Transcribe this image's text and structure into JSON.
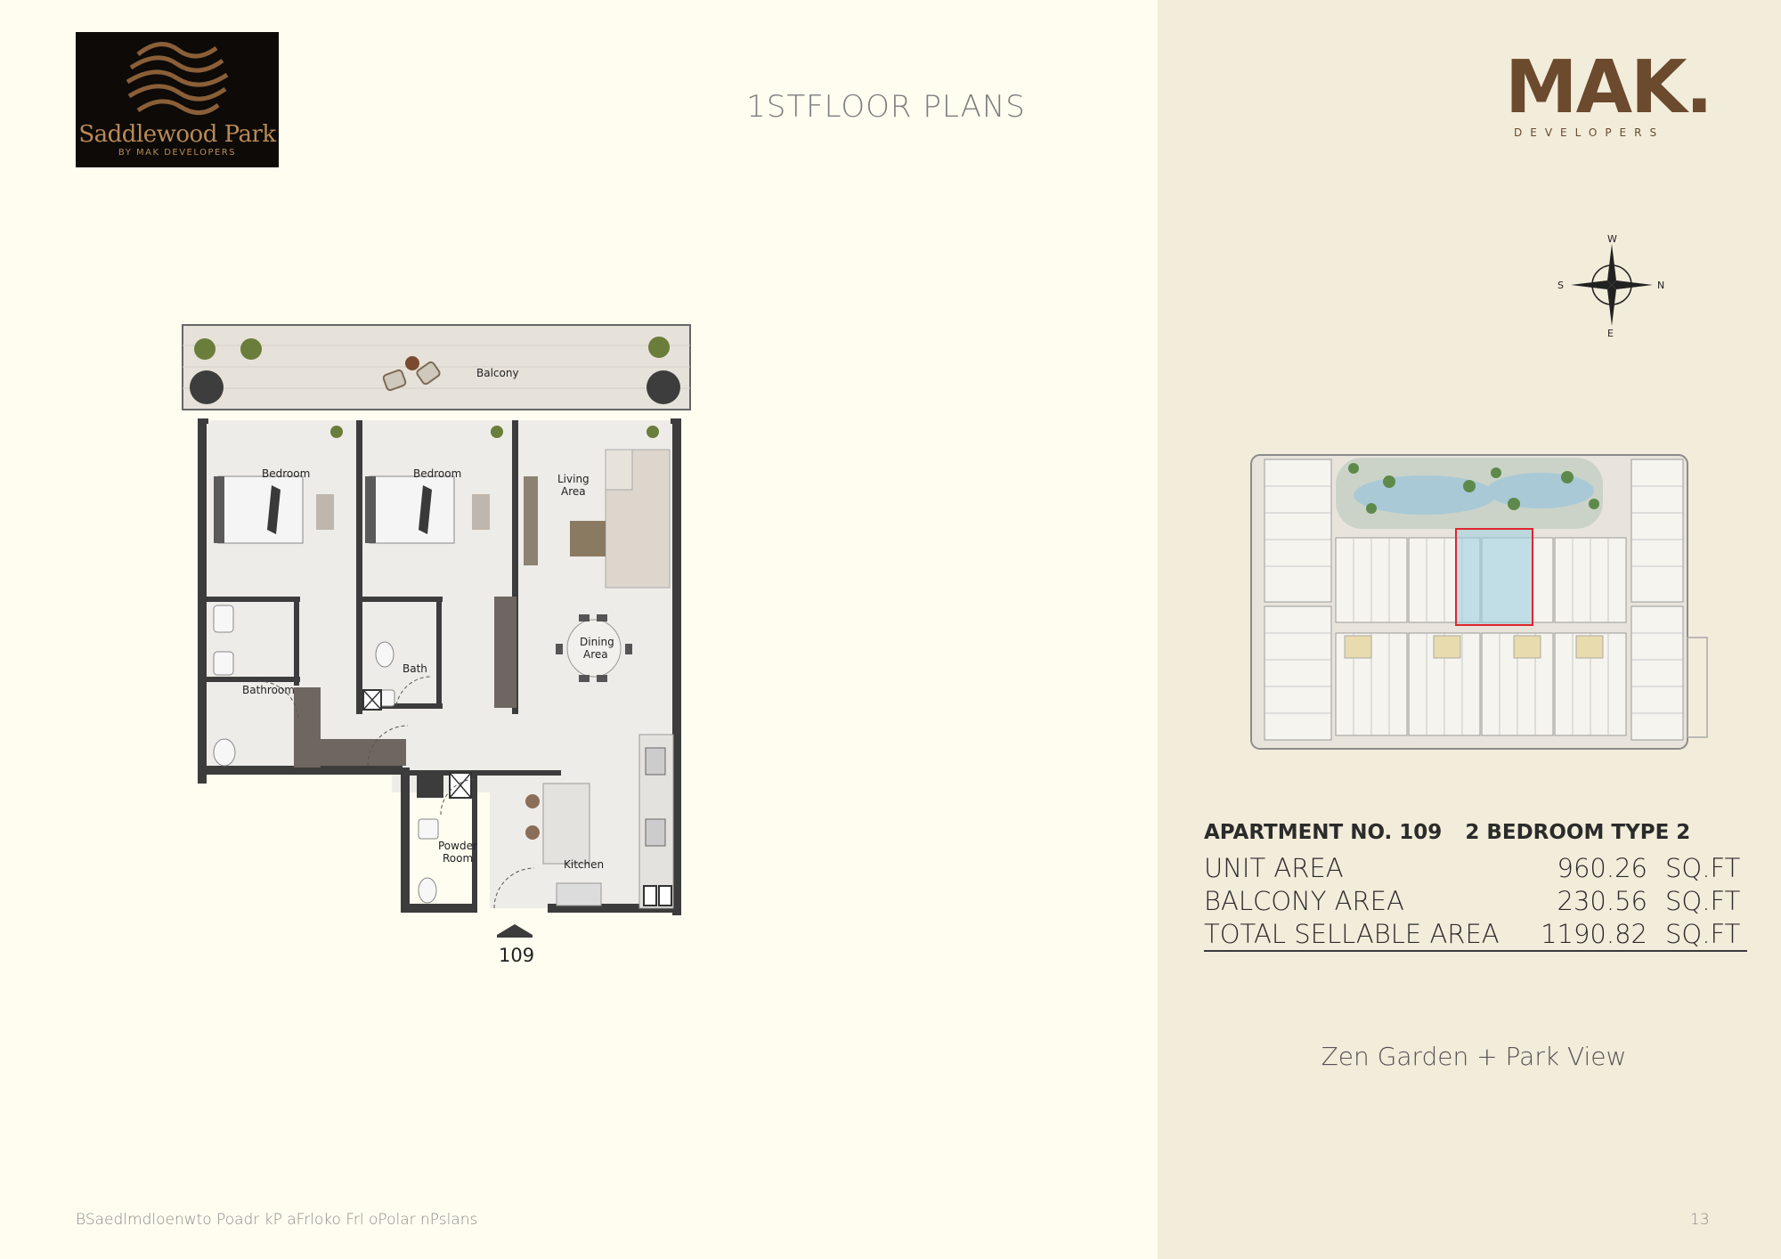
{
  "header": {
    "logo_name": "Saddlewood Park",
    "logo_sub": "BY MAK DEVELOPERS",
    "title": "1STFLOOR PLANS",
    "brand": "MAK.",
    "brand_sub": "DEVELOPERS"
  },
  "compass": {
    "n": "N",
    "s": "S",
    "e": "E",
    "w": "W"
  },
  "floor_plan": {
    "rooms": {
      "balcony": "Balcony",
      "bedroom1": "Bedroom",
      "bedroom2": "Bedroom",
      "living_1": "Living",
      "living_2": "Area",
      "dining_1": "Dining",
      "dining_2": "Area",
      "bathroom": "Bathroom",
      "bath": "Bath",
      "powder_1": "Powder",
      "powder_2": "Room",
      "kitchen": "Kitchen"
    },
    "unit_number": "109"
  },
  "apartment": {
    "number": "APARTMENT NO. 109",
    "type": "2 BEDROOM TYPE 2",
    "rows": [
      {
        "label": "UNIT AREA",
        "value": "960.26",
        "unit": "SQ.FT"
      },
      {
        "label": "BALCONY AREA",
        "value": "230.56",
        "unit": "SQ.FT"
      },
      {
        "label": "TOTAL SELLABLE AREA",
        "value": "1190.82",
        "unit": "SQ.FT"
      }
    ],
    "view": "Zen Garden + Park View"
  },
  "footer": {
    "left": "BSaedlmdloenwto Poadr kP aFrloko Frl oPolar nPslans",
    "page": "13"
  },
  "colors": {
    "page_bg": "#fefdf0",
    "panel_bg": "#f2ecda",
    "brand": "#6b4a2e",
    "highlight": "#e0262e",
    "wall": "#3c3c3c"
  }
}
